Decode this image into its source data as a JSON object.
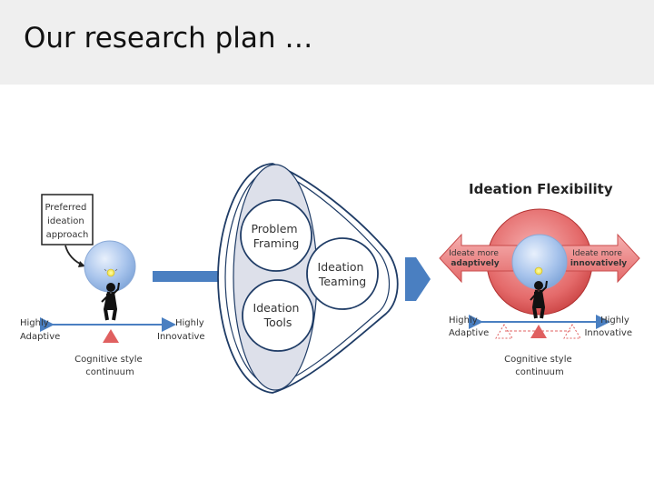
{
  "slide": {
    "title": "Our research plan …"
  },
  "left_panel": {
    "callout_lines": [
      "Preferred",
      "ideation",
      "approach"
    ],
    "left_pole": [
      "Highly",
      "Adaptive"
    ],
    "right_pole": [
      "Highly",
      "Innovative"
    ],
    "continuum_lines": [
      "Cognitive style",
      "continuum"
    ]
  },
  "center_panel": {
    "circle_problem": [
      "Problem",
      "Framing"
    ],
    "circle_teaming": [
      "Ideation",
      "Teaming"
    ],
    "circle_tools": [
      "Ideation",
      "Tools"
    ]
  },
  "right_panel": {
    "heading": "Ideation Flexibility",
    "left_arrow": [
      "Ideate more",
      "adaptively"
    ],
    "right_arrow": [
      "Ideate more",
      "innovatively"
    ],
    "left_pole": [
      "Highly",
      "Adaptive"
    ],
    "right_pole": [
      "Highly",
      "Innovative"
    ],
    "continuum_lines": [
      "Cognitive style",
      "continuum"
    ]
  },
  "colors": {
    "accent_blue": "#4a7fc1",
    "ideation_red": "#e05050",
    "triangle_red": "#e06060",
    "funnel_gray": "#dde0ea"
  }
}
